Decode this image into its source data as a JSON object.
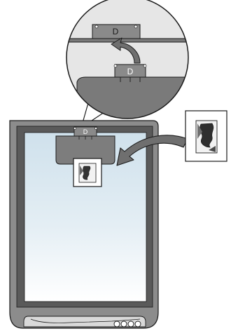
{
  "labels": {
    "zoom_top_label": "D",
    "zoom_holder_label": "D",
    "scanner_holder_label": "D"
  },
  "colors": {
    "scanner_body": "#8c8c8c",
    "scanner_inner": "#5a5a5a",
    "glass_top": "#cfe1ec",
    "glass_bottom": "#ffffff",
    "holder": "#7d7d7d",
    "zoom_bg": "#e6e6e6",
    "arrow": "#6f6f6f",
    "outline": "#1a1a1a"
  },
  "icons": {
    "film_slide": "film-slide-icon",
    "move_arrow": "curved-arrow-icon",
    "button": "circle-button-icon"
  }
}
